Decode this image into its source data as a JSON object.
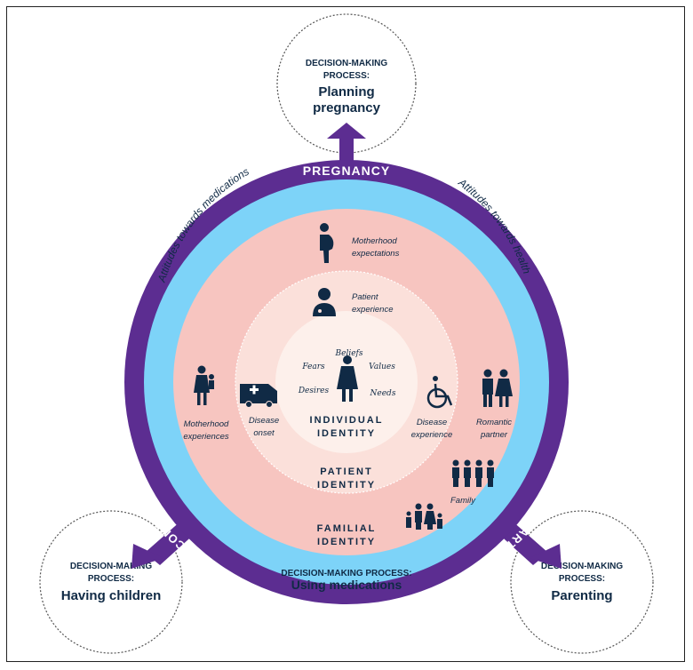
{
  "colors": {
    "purple": "#5c2d91",
    "light_blue": "#7dd3f8",
    "pink": "#f7c5c0",
    "light_pink": "#fbe0da",
    "inner": "#fdf0eb",
    "navy": "#102a45"
  },
  "bubbles": {
    "top": {
      "line1": "DECISION-MAKING",
      "line2": "PROCESS:",
      "line3": "Planning",
      "line4": "pregnancy"
    },
    "left": {
      "line1": "DECISION-MAKING",
      "line2": "PROCESS:",
      "line3": "Having children"
    },
    "right": {
      "line1": "DECISION-MAKING",
      "line2": "PROCESS:",
      "line3": "Parenting"
    }
  },
  "ring_labels": {
    "pregnancy": "PREGNANCY",
    "pre_conception": "PRE-CONCEPTION",
    "post_partum": "POST-PARTUM",
    "attitudes_medications": "Attitudes towards medications",
    "attitudes_health": "Attitudes towards health",
    "bottom_process_line1": "DECISION-MAKING PROCESS:",
    "bottom_process_line2": "Using medications"
  },
  "identity_labels": {
    "individual_1": "INDIVIDUAL",
    "individual_2": "IDENTITY",
    "patient_1": "PATIENT",
    "patient_2": "IDENTITY",
    "familial_1": "FAMILIAL",
    "familial_2": "IDENTITY"
  },
  "center_words": {
    "beliefs": "Beliefs",
    "fears": "Fears",
    "values": "Values",
    "desires": "Desires",
    "needs": "Needs"
  },
  "icon_labels": {
    "motherhood_expectations_1": "Motherhood",
    "motherhood_expectations_2": "expectations",
    "patient_experience_1": "Patient",
    "patient_experience_2": "experience",
    "motherhood_experiences_1": "Motherhood",
    "motherhood_experiences_2": "experiences",
    "disease_onset_1": "Disease",
    "disease_onset_2": "onset",
    "disease_experience_1": "Disease",
    "disease_experience_2": "experience",
    "romantic_partner_1": "Romantic",
    "romantic_partner_2": "partner",
    "family": "Family"
  }
}
